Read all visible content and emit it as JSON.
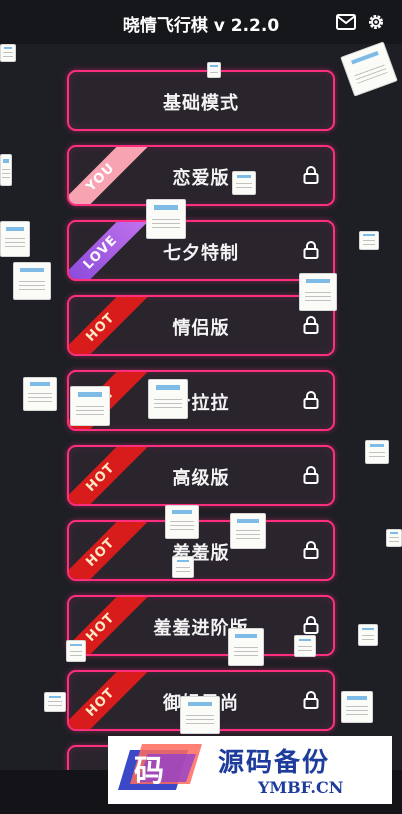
{
  "header": {
    "title": "晓情飞行棋 v 2.2.0",
    "icons": [
      "mail-icon",
      "gear-icon"
    ]
  },
  "modes": [
    {
      "label": "基础模式",
      "badge": "",
      "locked": false
    },
    {
      "label": "恋爱版",
      "badge": "YOU",
      "locked": true
    },
    {
      "label": "七夕特制",
      "badge": "LOVE",
      "locked": true
    },
    {
      "label": "情侣版",
      "badge": "HOT",
      "locked": true
    },
    {
      "label": "合拉拉",
      "badge": "HOT",
      "locked": true
    },
    {
      "label": "高级版",
      "badge": "HOT",
      "locked": true
    },
    {
      "label": "羞羞版",
      "badge": "HOT",
      "locked": true
    },
    {
      "label": "羞羞进阶版",
      "badge": "HOT",
      "locked": true
    },
    {
      "label": "御姐风尚",
      "badge": "HOT",
      "locked": true
    }
  ],
  "banner": {
    "logo_char": "码",
    "title": "源码备份",
    "url": "YMBF.CN"
  },
  "colors": {
    "accent": "#ff2e7e",
    "hot": "#d81c1c",
    "you": "#f7a3b1",
    "love": "#9b59e0",
    "background": "#1e1f24"
  }
}
